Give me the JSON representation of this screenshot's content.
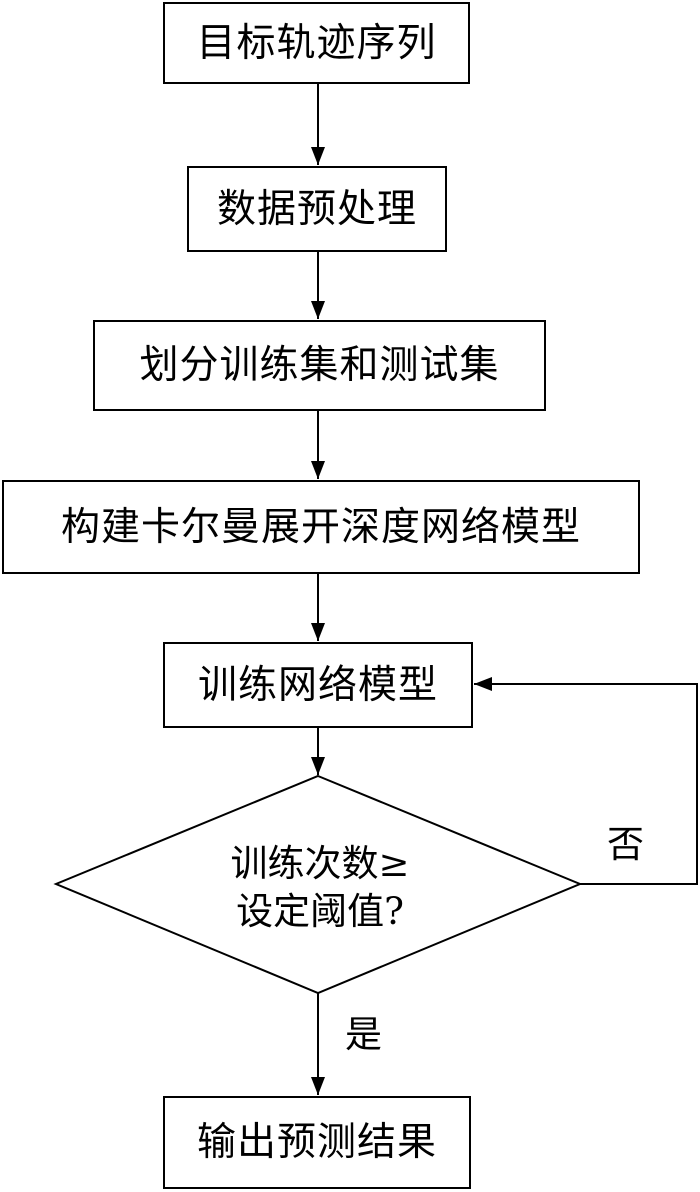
{
  "flowchart": {
    "steps": [
      "目标轨迹序列",
      "数据预处理",
      "划分训练集和测试集",
      "构建卡尔曼展开深度网络模型",
      "训练网络模型",
      "输出预测结果"
    ],
    "decision": {
      "line1": "训练次数≥",
      "line2": "设定阈值?",
      "no_label": "否",
      "yes_label": "是"
    }
  }
}
